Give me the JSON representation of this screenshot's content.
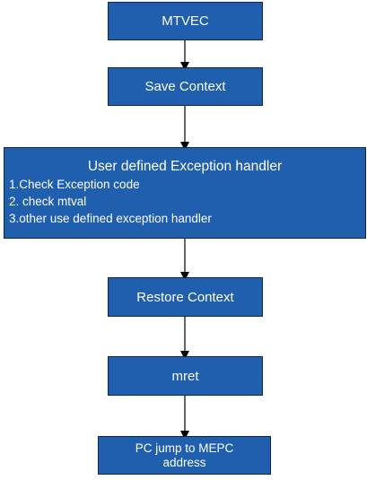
{
  "diagram": {
    "nodes": {
      "mtvec": "MTVEC",
      "save_context": "Save Context",
      "handler": {
        "title": "User defined Exception handler",
        "lines": [
          "1.Check Exception code",
          "2. check mtval",
          "3.other use defined exception handler"
        ]
      },
      "restore_context": "Restore Context",
      "mret": "mret",
      "pc_jump": {
        "line1": "PC jump to MEPC",
        "line2": "address"
      }
    },
    "edges": [
      {
        "from": "mtvec",
        "to": "save_context"
      },
      {
        "from": "save_context",
        "to": "handler"
      },
      {
        "from": "handler",
        "to": "restore_context"
      },
      {
        "from": "restore_context",
        "to": "mret"
      },
      {
        "from": "mret",
        "to": "pc_jump"
      }
    ],
    "colors": {
      "box_fill": "#1f5fad",
      "box_border": "#0d2a4e",
      "text": "#ffffff",
      "arrow": "#000000"
    }
  }
}
